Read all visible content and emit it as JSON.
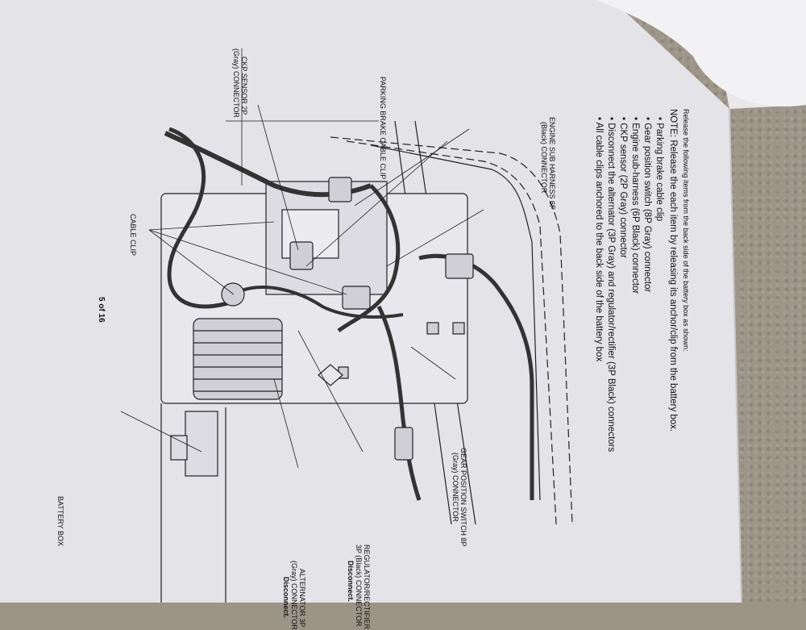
{
  "instructions": {
    "intro": "Release the following items from the back side of the battery box as shown:",
    "note": "NOTE: Release the each item by releasing its anchor/clip from the battery box.",
    "bullets": [
      "Parking brake cable clip",
      "Gear position switch (8P Gray) connector",
      "Engine sub-harness (6P Black) connector",
      "CKP sensor (2P Gray) connector",
      "Disconnect the alternator (3P Gray) and regulator/rectifier (3P Black) connectors",
      "All cable clips anchored to the back side of the battery box"
    ]
  },
  "callouts": {
    "engine_sub_harness_1": "ENGINE SUB HARNESS 6P",
    "engine_sub_harness_2": "(Black) CONNECTOR",
    "parking_brake": "PARKING BRAKE CABLE CLIP",
    "ckp_1": "CKP SENSOR 2P",
    "ckp_2": "(Gray) CONNECTOR",
    "cable_clip": "CABLE CLIP",
    "gear_pos_1": "GEAR POSITION SWITCH 8P",
    "gear_pos_2": "(Gray) CONNECTOR",
    "battery_box": "BATTERY BOX",
    "reg_1": "REGULATOR/RECTIFIER",
    "reg_2": "3P (Black) CONNECTOR",
    "reg_3": "Disconnect.",
    "alt_1": "ALTERNATOR 3P",
    "alt_2": "(Gray) CONNECTOR",
    "alt_3": "Disconnect."
  },
  "page_number": "5 of 16"
}
